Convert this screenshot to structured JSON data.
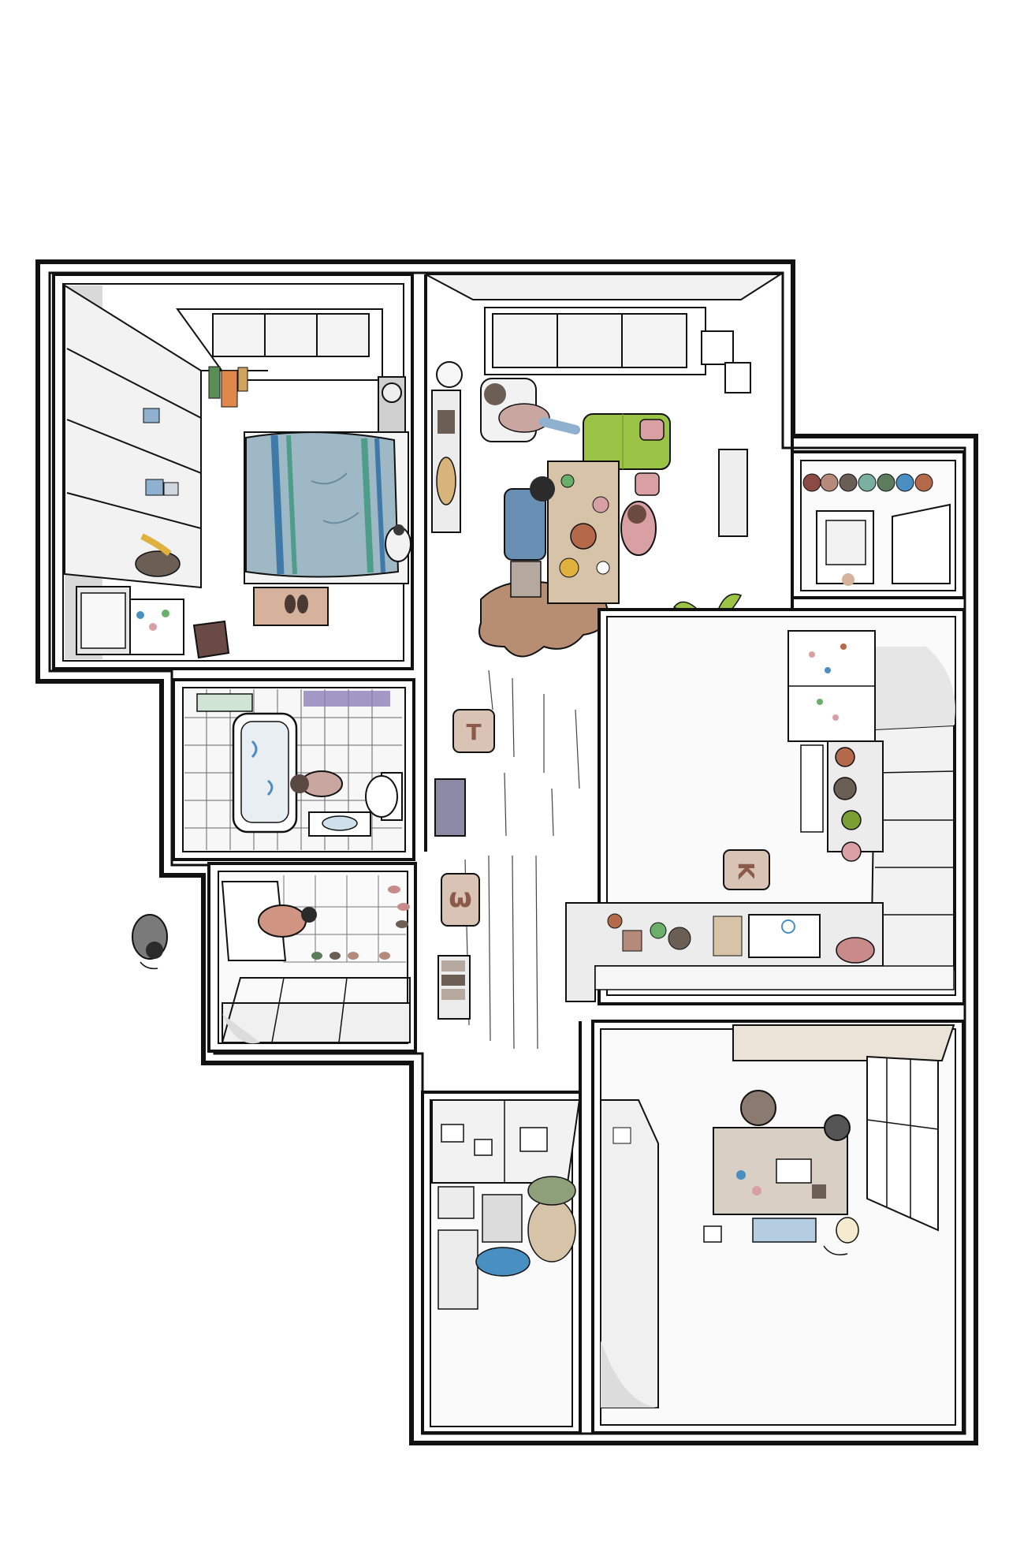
{
  "floor_plan": {
    "mats": {
      "hallway_mat": "T",
      "entrance_mat": "ω",
      "kitchen_mat": "K"
    }
  },
  "colors": {
    "outline": "#111111",
    "floor": "#ffffff",
    "wall_shade": "#d9d9d9",
    "wall_light": "#ececec",
    "bed_blanket": "#9fb8c6",
    "blanket_stripe_teal": "#4e9c8a",
    "blanket_stripe_blue": "#3e79a8",
    "rug_brown": "#b78e72",
    "mat_tan": "#d8c3b4",
    "mat_letter": "#8b5a4a",
    "plant_green": "#9bc446",
    "table_wood": "#d7c3a8",
    "skin": "#f1d7c7",
    "shirt_blue": "#6a8fb4",
    "hair_dark": "#2b2b2b",
    "pink": "#d9a0a4"
  },
  "icons": [
    "window-icon",
    "bed-icon",
    "wardrobe-icon",
    "rug-icon",
    "slippers-icon",
    "bathtub-icon",
    "toilet-icon",
    "sink-icon",
    "shoe-rack-icon",
    "dining-table-icon",
    "potted-plant-icon",
    "refrigerator-icon",
    "stove-icon",
    "desk-icon",
    "laptop-icon",
    "person-icon",
    "cat-icon",
    "stool-icon",
    "mirror-icon",
    "washing-machine-icon"
  ]
}
